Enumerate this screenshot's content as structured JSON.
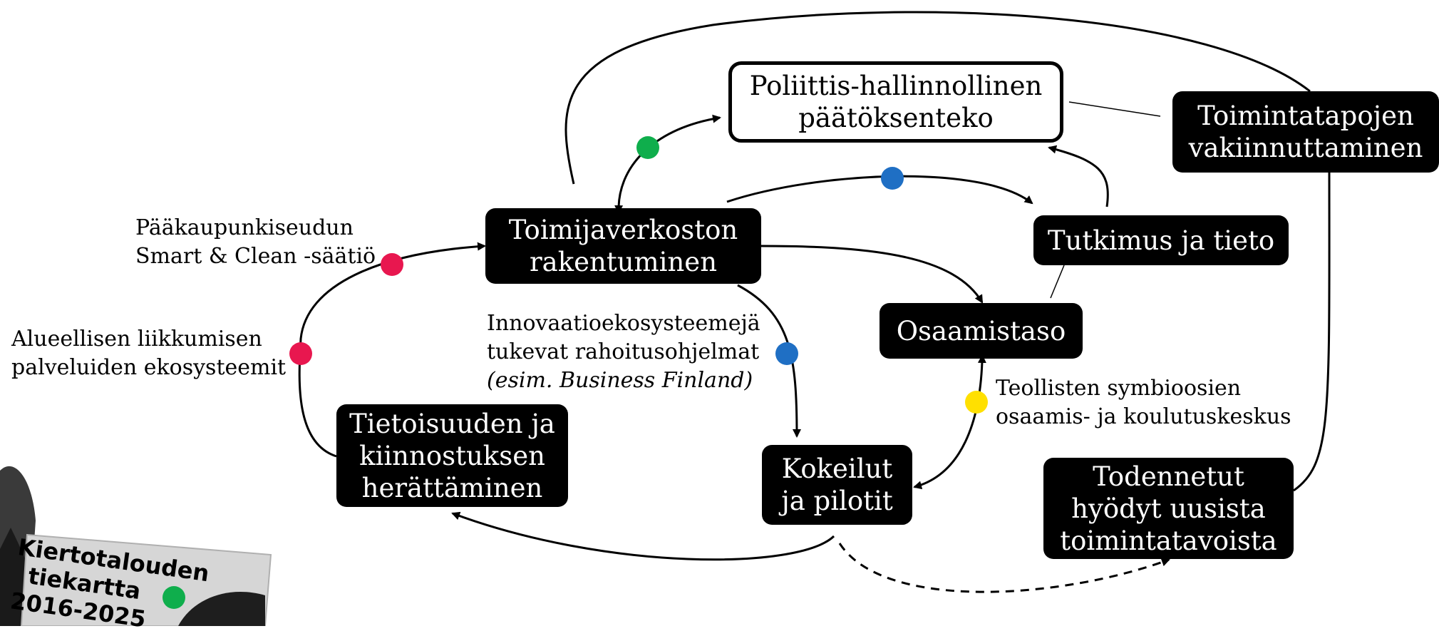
{
  "nodes": {
    "policy": [
      "Poliittis-hallinnollinen",
      "päätöksenteko"
    ],
    "establish": [
      "Toimintatapojen",
      "vakiinnuttaminen"
    ],
    "network": [
      "Toimijaverkoston",
      "rakentuminen"
    ],
    "research": [
      "Tutkimus ja tieto"
    ],
    "competence": [
      "Osaamistaso"
    ],
    "awareness": [
      "Tietoisuuden ja",
      "kiinnostuksen",
      "herättäminen"
    ],
    "pilots": [
      "Kokeilut",
      "ja pilotit"
    ],
    "benefits": [
      "Todennetut",
      "hyödyt uusista",
      "toimintatavoista"
    ]
  },
  "labels": {
    "smart_clean": [
      "Pääkaupunkiseudun",
      "Smart & Clean -säätiö"
    ],
    "mobility": [
      "Alueellisen liikkumisen",
      "palveluiden ekosysteemit"
    ],
    "innovation": [
      "Innovaatioekosysteemejä",
      "tukevat rahoitusohjelmat"
    ],
    "innovation_example": "(esim. Business Finland)",
    "symbiosis": [
      "Teollisten symbioosien",
      "osaamis- ja koulutuskeskus"
    ]
  },
  "badge": [
    "Kiertotalouden",
    "tiekartta",
    "2016-2025"
  ],
  "colors": {
    "red": "#e8174f",
    "green": "#0fae4c",
    "blue": "#1f6fc4",
    "yellow": "#ffe000",
    "node_fill": "#000000",
    "line": "#000000"
  }
}
